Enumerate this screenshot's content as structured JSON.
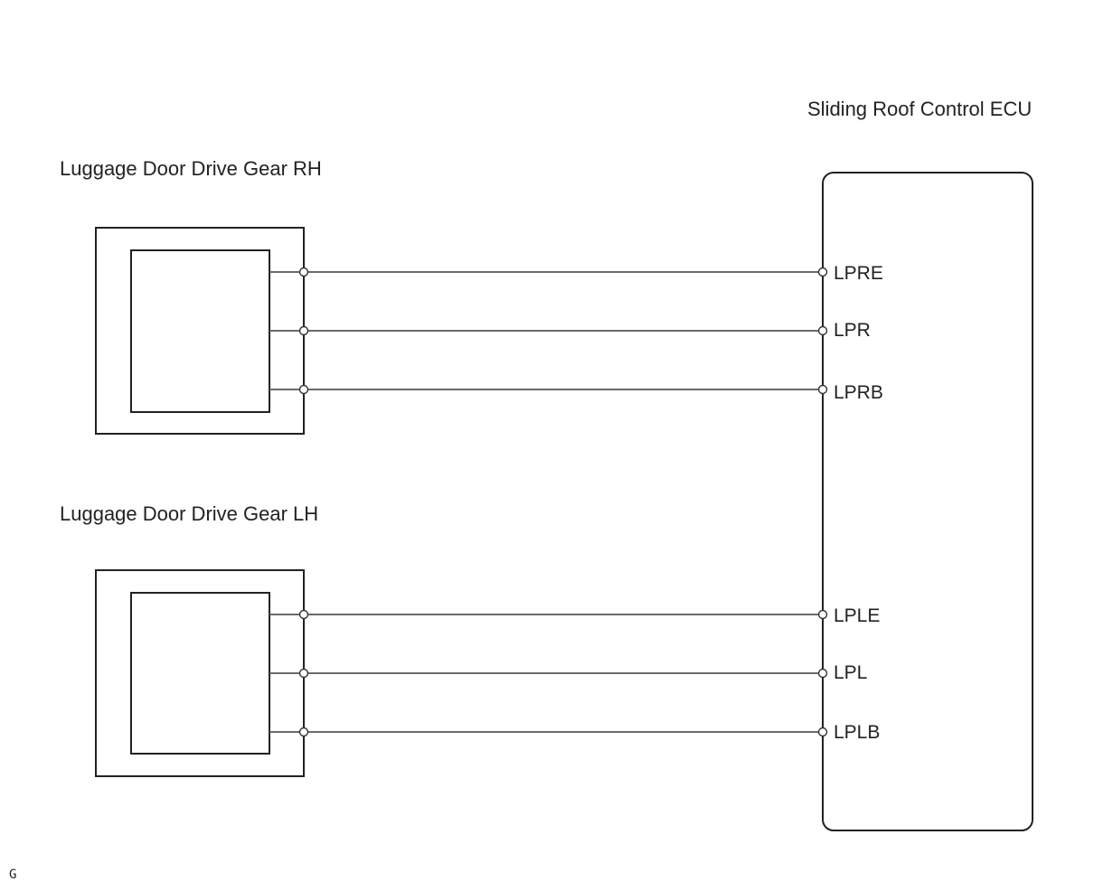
{
  "ecu": {
    "title": "Sliding Roof Control ECU"
  },
  "components": {
    "rh": {
      "title": "Luggage Door Drive Gear RH"
    },
    "lh": {
      "title": "Luggage Door Drive Gear LH"
    }
  },
  "pins": {
    "lpre": "LPRE",
    "lpr": "LPR",
    "lprb": "LPRB",
    "lple": "LPLE",
    "lpl": "LPL",
    "lplb": "LPLB"
  },
  "footer": {
    "code": "G"
  }
}
